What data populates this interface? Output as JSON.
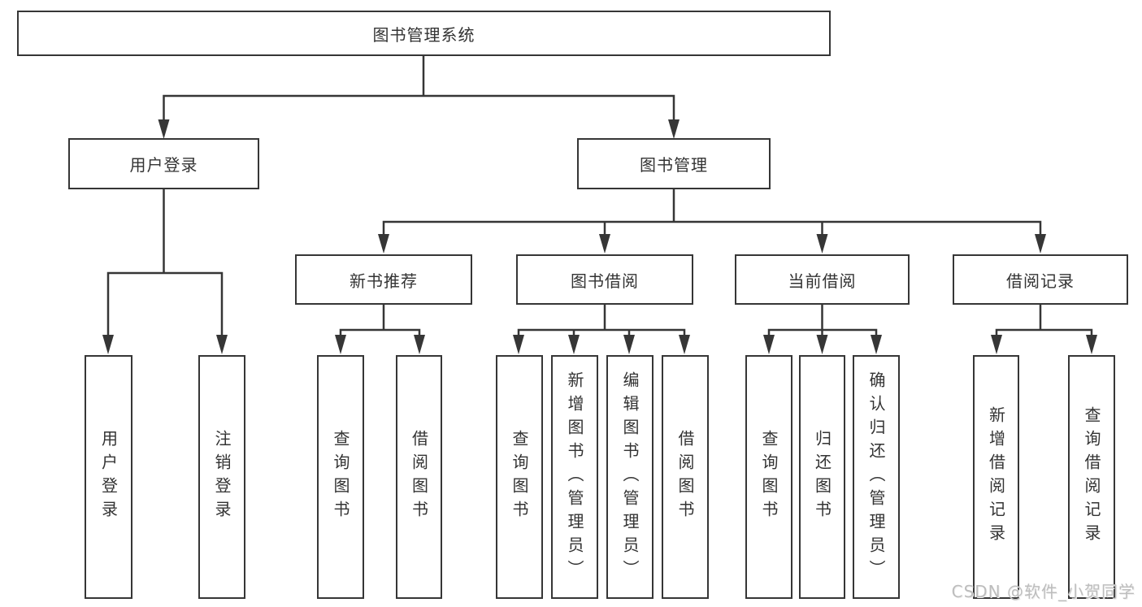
{
  "diagram": {
    "root_label": "图书管理系统",
    "branches": [
      {
        "label": "用户登录",
        "children": [
          "用户登录",
          "注销登录"
        ]
      },
      {
        "label": "图书管理",
        "sections": [
          {
            "label": "新书推荐",
            "children": [
              "查询图书",
              "借阅图书"
            ]
          },
          {
            "label": "图书借阅",
            "children": [
              "查询图书",
              "新增图书（管理员）",
              "编辑图书（管理员）",
              "借阅图书"
            ]
          },
          {
            "label": "当前借阅",
            "children": [
              "查询图书",
              "归还图书",
              "确认归还（管理员）"
            ]
          },
          {
            "label": "借阅记录",
            "children": [
              "新增借阅记录",
              "查询借阅记录"
            ]
          }
        ]
      }
    ]
  },
  "watermark": "CSDN @软件_小贺同学",
  "colors": {
    "line": "#363636",
    "text": "#333333",
    "watermark": "#bdbdbd",
    "background": "#ffffff"
  }
}
